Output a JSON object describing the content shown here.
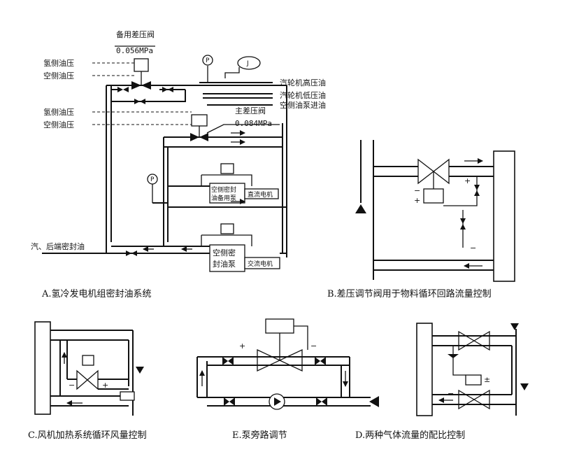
{
  "diagram_a": {
    "backup_valve": "备用差压阀",
    "backup_pressure": "0.056MPa",
    "h2_oil_pressure_1": "氢侧油压",
    "air_oil_pressure_1": "空侧油压",
    "h2_oil_pressure_2": "氢侧油压",
    "air_oil_pressure_2": "空侧油压",
    "turbine_hp_oil": "汽轮机高压油",
    "turbine_lp_oil": "汽轮机低压油",
    "air_pump_inlet": "空侧油泵进油",
    "main_valve": "主差压阀",
    "main_pressure": "0.084MPa",
    "backup_pump_line1": "空侧密封",
    "backup_pump_line2": "油备用泵",
    "dc_motor": "直流电机",
    "main_pump_line1": "空侧密",
    "main_pump_line2": "封油泵",
    "ac_motor": "交流电机",
    "seal_oil_label": "汽、后端密封油",
    "gauge_p1": "P",
    "gauge_j": "J",
    "gauge_p2": "P",
    "caption": "A.氢冷发电机组密封油系统"
  },
  "diagram_b": {
    "caption": "B.差压调节阀用于物料循环回路流量控制"
  },
  "diagram_c": {
    "caption": "C.风机加热系统循环风量控制"
  },
  "diagram_e": {
    "caption": "E.泵旁路调节"
  },
  "diagram_d": {
    "caption": "D.两种气体流量的配比控制"
  },
  "symbols": {
    "plus": "+",
    "minus": "−",
    "plusminus": "±"
  }
}
